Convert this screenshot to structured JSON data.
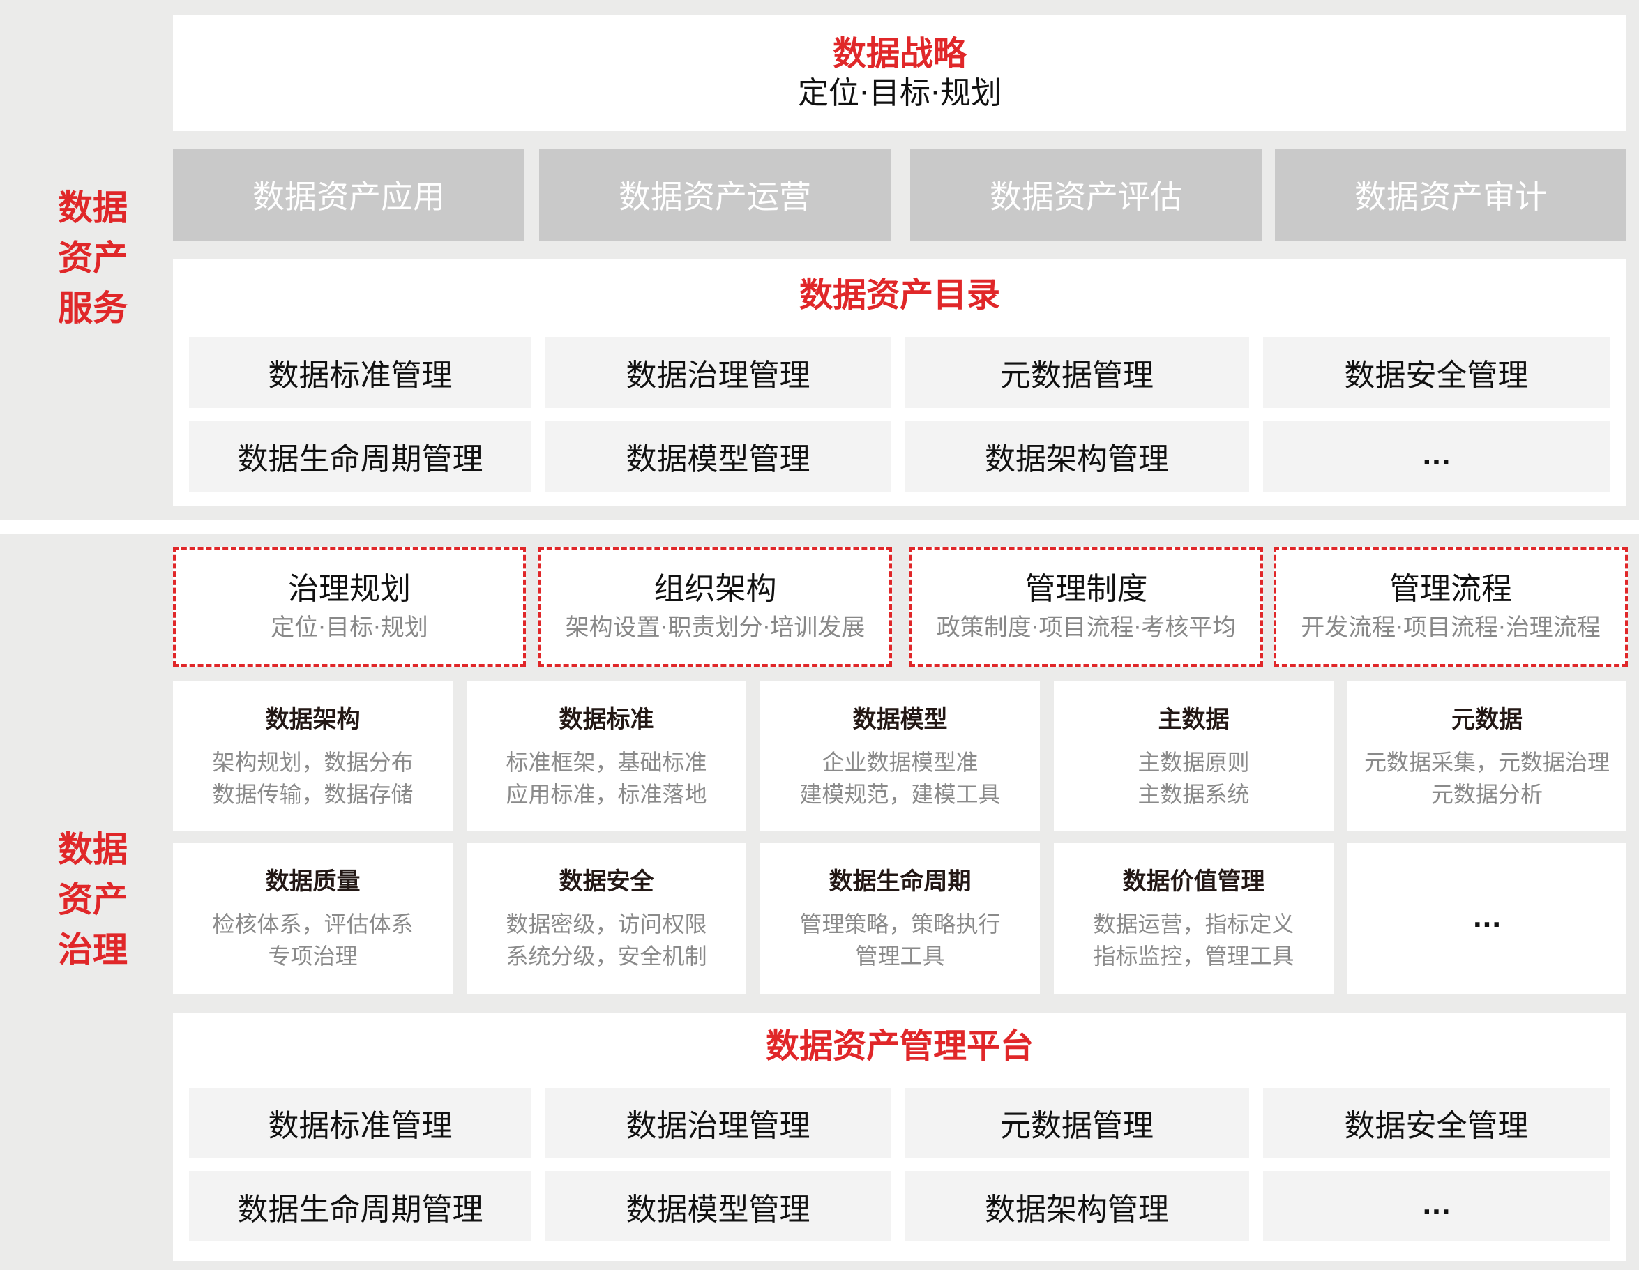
{
  "colors": {
    "accent_red": "#e02729",
    "band_bg": "#ebebea",
    "gray_box": "#c9c9c9",
    "item_bg": "#f3f3f3",
    "subtext_gray": "#8a8a8a"
  },
  "sections": {
    "service": {
      "label": [
        "数据",
        "资产",
        "服务"
      ],
      "strategy": {
        "title": "数据战略",
        "subtitle": "定位·目标·规划"
      },
      "applications": [
        "数据资产应用",
        "数据资产运营",
        "数据资产评估",
        "数据资产审计"
      ],
      "catalog": {
        "title": "数据资产目录",
        "items": [
          "数据标准管理",
          "数据治理管理",
          "元数据管理",
          "数据安全管理",
          "数据生命周期管理",
          "数据模型管理",
          "数据架构管理",
          "..."
        ]
      }
    },
    "governance": {
      "label": [
        "数据",
        "资产",
        "治理"
      ],
      "pillars": [
        {
          "title": "治理规划",
          "subtitle": "定位·目标·规划"
        },
        {
          "title": "组织架构",
          "subtitle": "架构设置·职责划分·培训发展"
        },
        {
          "title": "管理制度",
          "subtitle": "政策制度·项目流程·考核平均"
        },
        {
          "title": "管理流程",
          "subtitle": "开发流程·项目流程·治理流程"
        }
      ],
      "domains": [
        {
          "title": "数据架构",
          "lines": [
            "架构规划，数据分布",
            "数据传输，数据存储"
          ]
        },
        {
          "title": "数据标准",
          "lines": [
            "标准框架，基础标准",
            "应用标准，标准落地"
          ]
        },
        {
          "title": "数据模型",
          "lines": [
            "企业数据模型准",
            "建模规范，建模工具"
          ]
        },
        {
          "title": "主数据",
          "lines": [
            "主数据原则",
            "主数据系统"
          ]
        },
        {
          "title": "元数据",
          "lines": [
            "元数据采集，元数据治理",
            "元数据分析"
          ]
        },
        {
          "title": "数据质量",
          "lines": [
            "检核体系，评估体系",
            "专项治理"
          ]
        },
        {
          "title": "数据安全",
          "lines": [
            "数据密级，访问权限",
            "系统分级，安全机制"
          ]
        },
        {
          "title": "数据生命周期",
          "lines": [
            "管理策略，策略执行",
            "管理工具"
          ]
        },
        {
          "title": "数据价值管理",
          "lines": [
            "数据运营，指标定义",
            "指标监控，管理工具"
          ]
        },
        {
          "title": "",
          "lines": [
            "..."
          ]
        }
      ],
      "platform": {
        "title": "数据资产管理平台",
        "items": [
          "数据标准管理",
          "数据治理管理",
          "元数据管理",
          "数据安全管理",
          "数据生命周期管理",
          "数据模型管理",
          "数据架构管理",
          "..."
        ]
      }
    }
  }
}
